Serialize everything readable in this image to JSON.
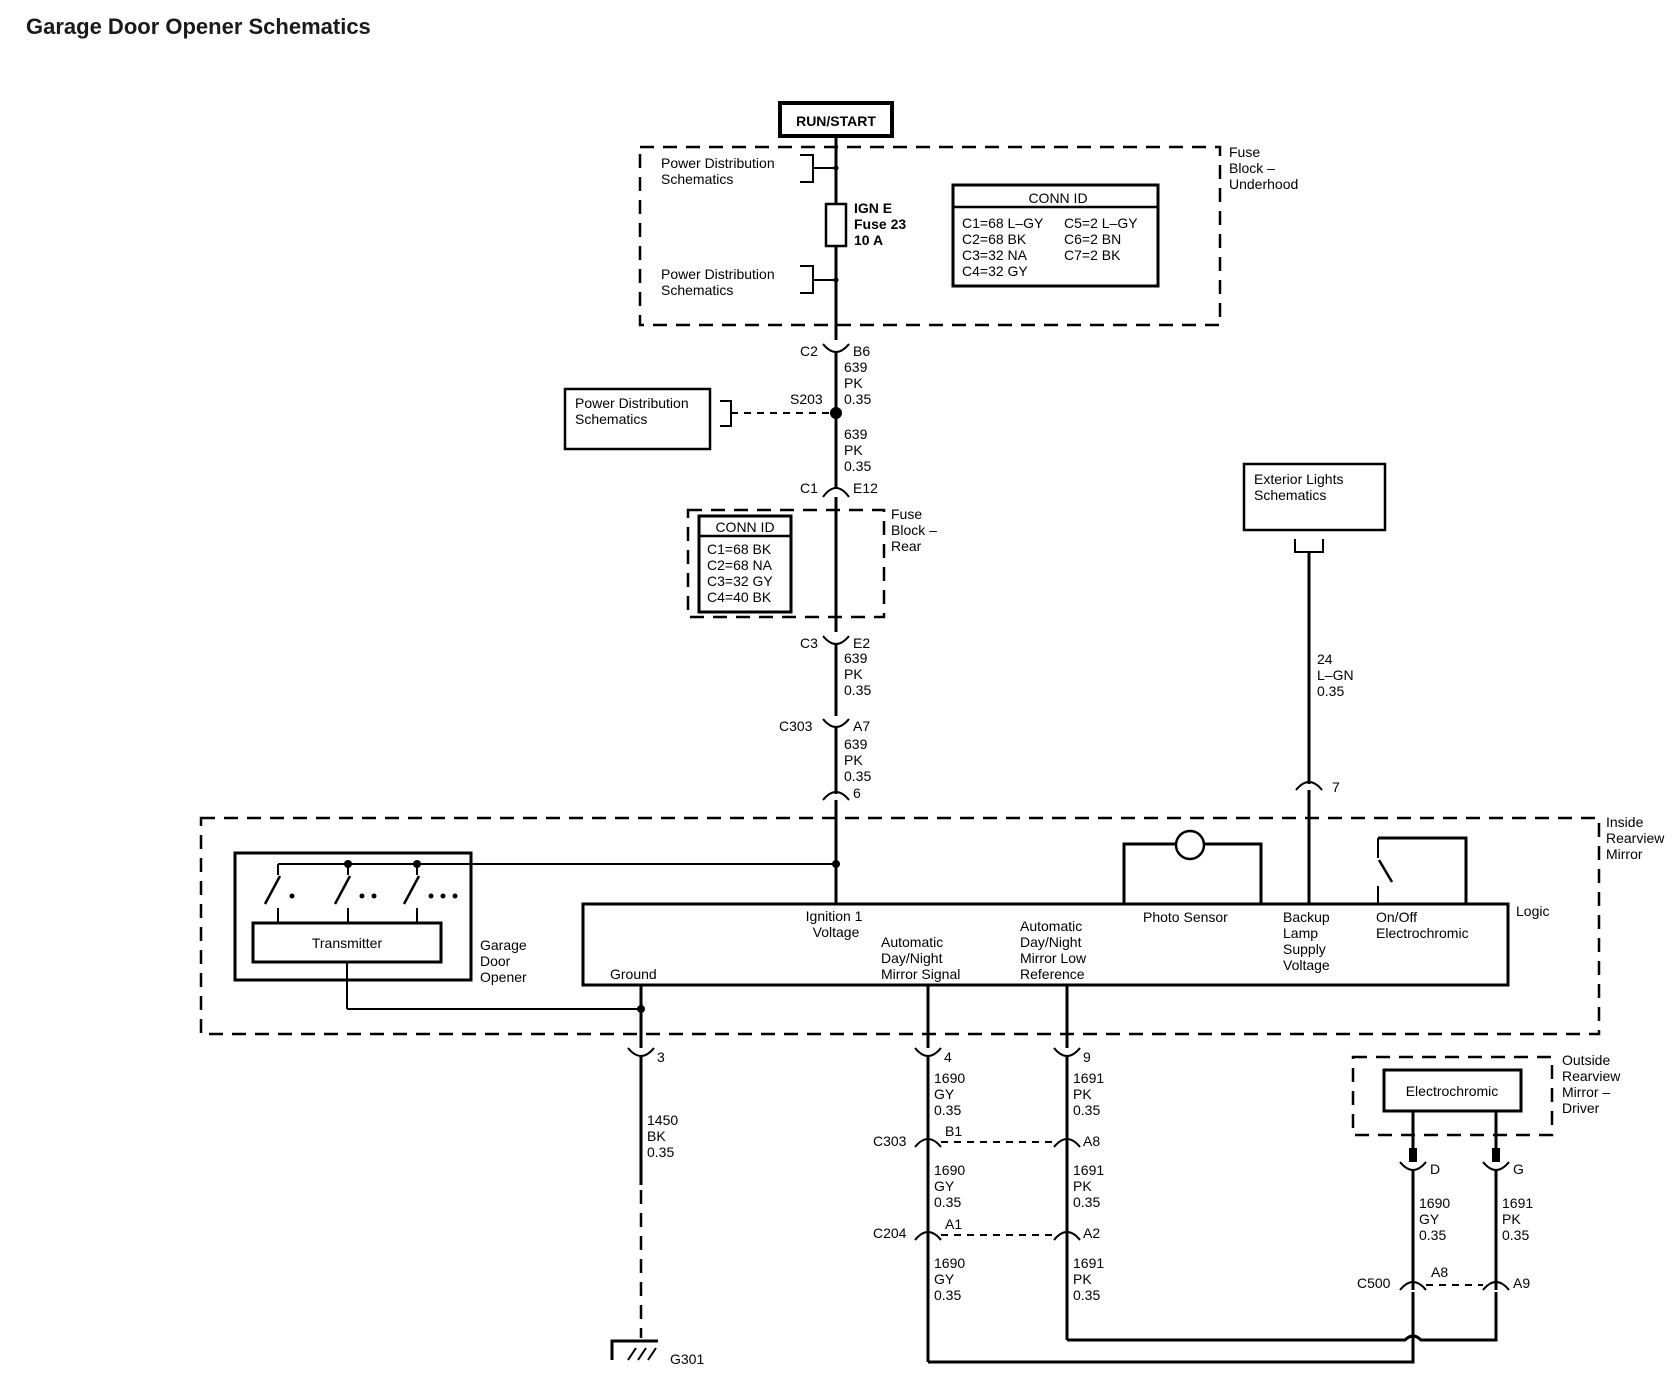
{
  "title": "Garage Door Opener Schematics",
  "run_start": "RUN/START",
  "fuse_block_underhood": {
    "label": [
      "Fuse",
      "Block –",
      "Underhood"
    ],
    "pd_top": [
      "Power Distribution",
      "Schematics"
    ],
    "pd_bottom": [
      "Power Distribution",
      "Schematics"
    ],
    "fuse": [
      "IGN E",
      "Fuse 23",
      "10 A"
    ],
    "conn_id": {
      "title": "CONN ID",
      "rows": [
        "C1=68 L–GY",
        "C2=68 BK",
        "C3=32 NA",
        "C4=32 GY"
      ],
      "rows2": [
        "C5=2 L–GY",
        "C6=2 BN",
        "C7=2 BK"
      ]
    }
  },
  "c2": {
    "conn": "C2",
    "pin": "B6"
  },
  "wire_639": [
    "639",
    "PK",
    "0.35"
  ],
  "s203": {
    "label": "S203",
    "pd": [
      "Power Distribution",
      "Schematics"
    ]
  },
  "c1": {
    "conn": "C1",
    "pin": "E12"
  },
  "fuse_block_rear": {
    "label": [
      "Fuse",
      "Block –",
      "Rear"
    ],
    "conn_id": {
      "title": "CONN ID",
      "rows": [
        "C1=68 BK",
        "C2=68 NA",
        "C3=32 GY",
        "C4=40 BK"
      ]
    }
  },
  "c3": {
    "conn": "C3",
    "pin": "E2"
  },
  "c303_a7": {
    "conn": "C303",
    "pin": "A7"
  },
  "pin6": "6",
  "exterior_lights": [
    "Exterior Lights",
    "Schematics"
  ],
  "wire_24": [
    "24",
    "L–GN",
    "0.35"
  ],
  "pin7": "7",
  "mirror": {
    "label": [
      "Inside",
      "Rearview",
      "Mirror"
    ],
    "logic": "Logic",
    "ignition": [
      "Ignition 1",
      "Voltage"
    ],
    "auto_signal": [
      "Automatic",
      "Day/Night",
      "Mirror Signal"
    ],
    "auto_low": [
      "Automatic",
      "Day/Night",
      "Mirror Low",
      "Reference"
    ],
    "photo_sensor": "Photo Sensor",
    "backup": [
      "Backup",
      "Lamp",
      "Supply",
      "Voltage"
    ],
    "onoff": [
      "On/Off",
      "Electrochromic"
    ],
    "ground": "Ground",
    "transmitter": "Transmitter",
    "garage_door": [
      "Garage",
      "Door",
      "Opener"
    ]
  },
  "pin3": "3",
  "wire_1450": [
    "1450",
    "BK",
    "0.35"
  ],
  "g301": "G301",
  "pin4": "4",
  "pin9": "9",
  "wire_1690": [
    "1690",
    "GY",
    "0.35"
  ],
  "wire_1691": [
    "1691",
    "PK",
    "0.35"
  ],
  "c303_b": {
    "conn": "C303",
    "pin_left": "B1",
    "pin_right": "A8"
  },
  "c204": {
    "conn": "C204",
    "pin_left": "A1",
    "pin_right": "A2"
  },
  "outside_mirror": {
    "label": [
      "Outside",
      "Rearview",
      "Mirror –",
      "Driver"
    ],
    "box": "Electrochromic"
  },
  "pinD": "D",
  "pinG": "G",
  "c500": {
    "conn": "C500",
    "pin_left": "A8",
    "pin_right": "A9"
  }
}
